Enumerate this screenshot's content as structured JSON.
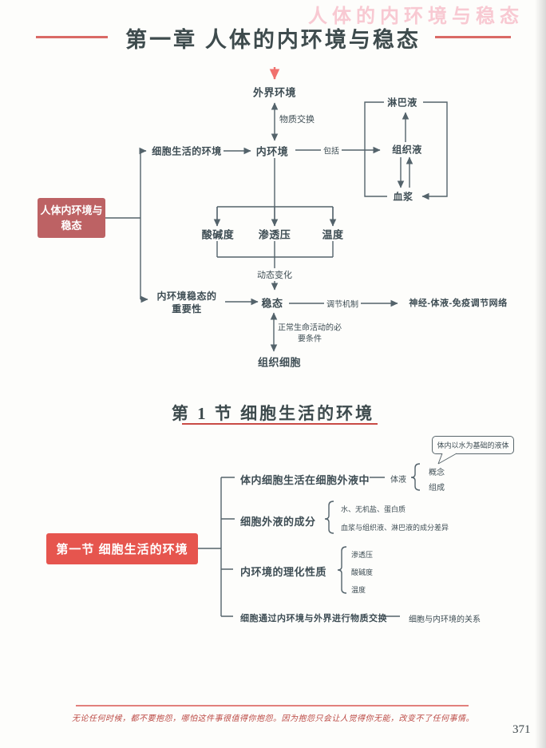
{
  "colors": {
    "accent_red": "#e6554e",
    "dusty_red": "#bd6264",
    "line_gray": "#54636b",
    "watermark_pink": "#f8c9d2",
    "underline_red": "#c94b45",
    "quote_red": "#bc4a45"
  },
  "watermark": "人体的内环境与稳态",
  "chapter": {
    "title": "第一章 人体的内环境与稳态"
  },
  "map1": {
    "root": "人体内环境与稳态",
    "external_env": "外界环境",
    "material_exchange": "物质交换",
    "internal_env": "内环境",
    "cell_living_env": "细胞生活的环境",
    "includes": "包括",
    "lymph": "淋巴液",
    "tissue_fluid": "组织液",
    "plasma": "血浆",
    "acidity": "酸碱度",
    "osmotic_pressure": "渗透压",
    "temperature": "温度",
    "dynamic_change": "动态变化",
    "homeostasis": "稳态",
    "importance": "内环境稳态的重要性",
    "regulation_mechanism": "调节机制",
    "regulation_network": "神经-体液-免疫调节网络",
    "necessary_condition": "正常生命活动的必要条件",
    "tissue_cells": "组织细胞"
  },
  "section": {
    "title": "第 1 节 细胞生活的环境"
  },
  "map2": {
    "root": "第一节 细胞生活的环境",
    "callout": "体内以水为基础的液体",
    "branch1": {
      "label": "体内细胞生活在细胞外液中",
      "node": "体液",
      "items": [
        "概念",
        "组成"
      ]
    },
    "branch2": {
      "label": "细胞外液的成分",
      "items": [
        "水、无机盐、蛋白质",
        "血浆与组织液、淋巴液的成分差异"
      ]
    },
    "branch3": {
      "label": "内环境的理化性质",
      "items": [
        "渗透压",
        "酸碱度",
        "温度"
      ]
    },
    "branch4": {
      "label": "细胞通过内环境与外界进行物质交换",
      "note": "细胞与内环境的关系"
    }
  },
  "footer": {
    "quote": "无论任何时候，都不要抱怨，哪怕这件事很值得你抱怨。因为抱怨只会让人觉得你无能，改变不了任何事情。",
    "page_number": "371"
  }
}
